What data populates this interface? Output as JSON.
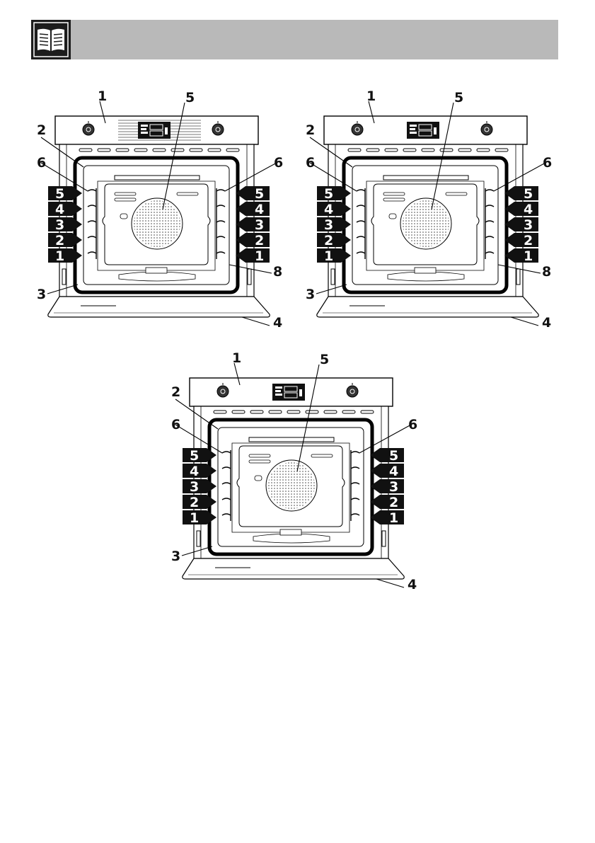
{
  "header": {
    "icon": "open-book-icon",
    "accent": "#b9b9b9",
    "icon_bg": "#1d1d1d"
  },
  "diagrams": [
    {
      "id": "oven-a",
      "panel": "striped",
      "callouts": {
        "c1": "1",
        "c2": "2",
        "c3": "3",
        "c4": "4",
        "c5": "5",
        "c6L": "6",
        "c6R": "6",
        "c8": "8"
      },
      "shelves": [
        "5",
        "4",
        "3",
        "2",
        "1"
      ]
    },
    {
      "id": "oven-b",
      "panel": "plain",
      "callouts": {
        "c1": "1",
        "c2": "2",
        "c3": "3",
        "c4": "4",
        "c5": "5",
        "c6L": "6",
        "c6R": "6",
        "c8": "8"
      },
      "shelves": [
        "5",
        "4",
        "3",
        "2",
        "1"
      ]
    },
    {
      "id": "oven-c",
      "panel": "plain",
      "callouts": {
        "c1": "1",
        "c2": "2",
        "c3": "3",
        "c4": "4",
        "c5": "5",
        "c6L": "6",
        "c6R": "6"
      },
      "shelves": [
        "5",
        "4",
        "3",
        "2",
        "1"
      ]
    }
  ]
}
